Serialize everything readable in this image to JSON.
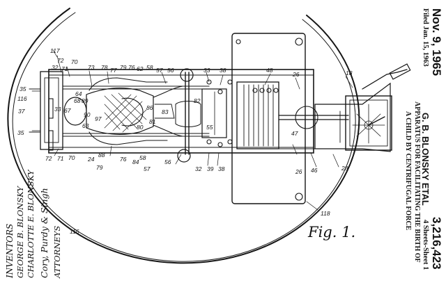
{
  "patent": {
    "date": "Nov. 9, 1965",
    "inventor_line": "G. B. BLONSKY ETAL",
    "number": "3,216,423",
    "title_line_1": "APPARATUS FOR FACILITATING THE BIRTH OF",
    "title_line_2": "A CHILD BY CENTRIFUGAL FORCE",
    "filed": "Filed Jan. 15, 1963",
    "sheets": "4 Sheets-Sheet 1"
  },
  "inventors": {
    "heading": "INVENTORS",
    "name_1": "GEORGE B. BLONSKY",
    "name_2": "CHARLOTTE E. BLONSKY",
    "signature": "Cory, Purdy & Singh",
    "role": "ATTORNEYS"
  },
  "figure": {
    "label": "Fig. 1.",
    "numbers": {
      "n117": "117",
      "n72a": "72",
      "n32a": "32",
      "n71a": "71",
      "n70a": "70",
      "n73": "73",
      "n78": "78",
      "n77": "77",
      "n79": "79",
      "n76": "76",
      "n62": "62",
      "n58": "58",
      "n57a": "57",
      "n56": "56",
      "n33": "33",
      "n38": "38",
      "n48": "48",
      "n26a": "26",
      "n18": "18",
      "n35a": "35",
      "n116": "116",
      "n37": "37",
      "n33b": "33",
      "n35b": "35",
      "n72b": "72",
      "n71b": "71",
      "n70b": "70",
      "n24": "24",
      "n88": "88",
      "n79b": "79",
      "n76b": "76",
      "n84": "84",
      "n58b": "58",
      "n56b": "56",
      "n57b": "57",
      "n32b": "32",
      "n39": "39",
      "n38b": "38",
      "n47": "47",
      "n26b": "26",
      "n46": "46",
      "n28": "28",
      "n118": "118",
      "n116b": "116",
      "n82": "82",
      "n55": "55",
      "n89": "89",
      "n67": "67",
      "n64": "64",
      "n63": "63",
      "n90": "90",
      "n97": "97",
      "n86": "86",
      "n83": "83",
      "n80": "80",
      "n81": "81",
      "n68": "68"
    }
  }
}
